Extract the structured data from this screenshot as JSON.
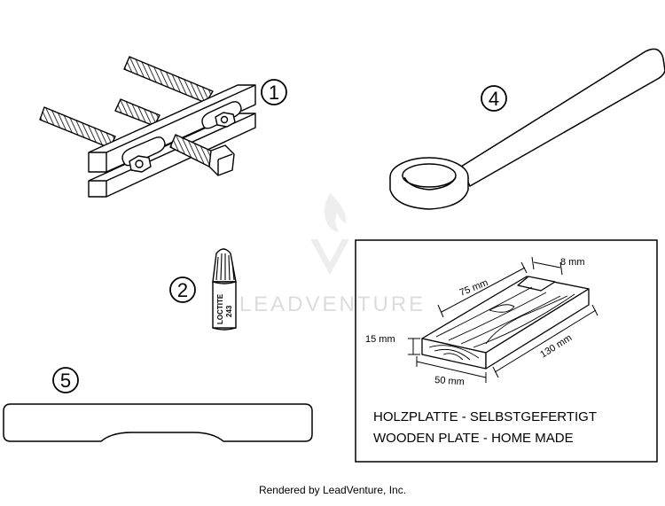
{
  "callouts": {
    "c1": "1",
    "c2": "2",
    "c4": "4",
    "c5": "5"
  },
  "loctite": {
    "brand": "LOCTITE",
    "number": "243"
  },
  "watermark": "LEADVENTURE",
  "plate": {
    "dim_length": "75 mm",
    "dim_thickness_top": "8 mm",
    "dim_height": "15 mm",
    "dim_depth": "130 mm",
    "dim_width": "50 mm",
    "caption_de": "HOLZPLATTE - SELBSTGEFERTIGT",
    "caption_en": "WOODEN PLATE - HOME MADE"
  },
  "footer": "Rendered by LeadVenture, Inc.",
  "colors": {
    "ink": "#000000",
    "watermark": "#e6e6e6"
  }
}
